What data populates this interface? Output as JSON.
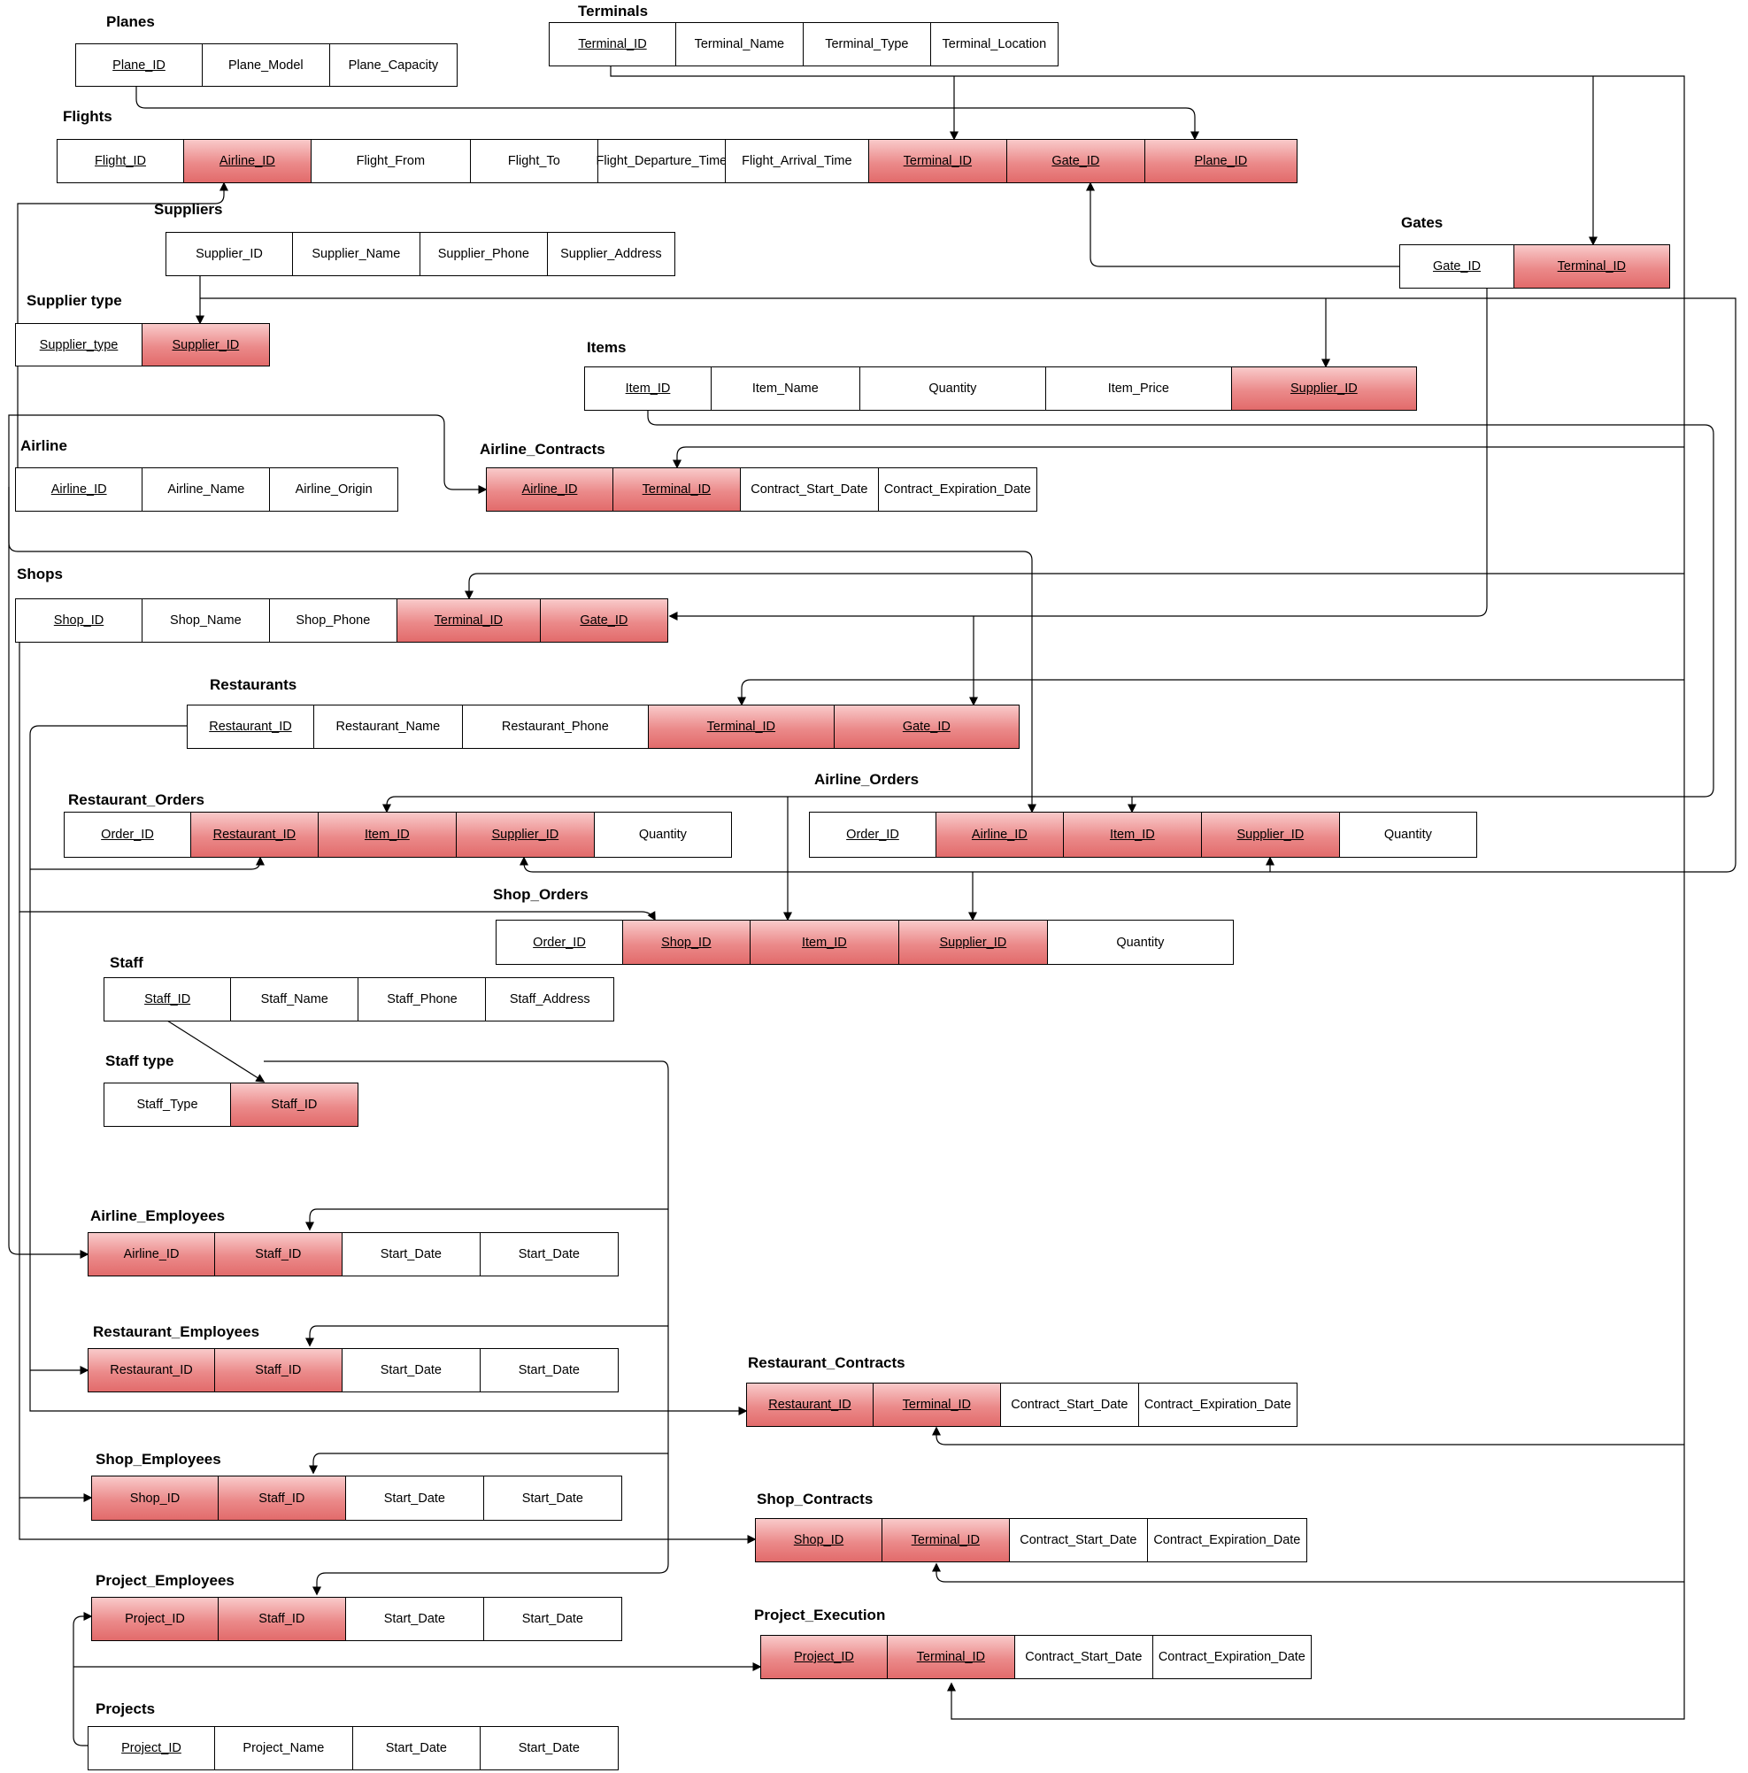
{
  "diagram": {
    "legend_colors": {
      "foreign_key_fill": "#e67373",
      "plain_fill": "#ffffff",
      "border": "#000000"
    },
    "tables": {
      "planes": {
        "title": "Planes",
        "columns": [
          {
            "label": "Plane_ID",
            "key": "pk"
          },
          {
            "label": "Plane_Model",
            "key": ""
          },
          {
            "label": "Plane_Capacity",
            "key": ""
          }
        ]
      },
      "terminals": {
        "title": "Terminals",
        "columns": [
          {
            "label": "Terminal_ID",
            "key": "pk"
          },
          {
            "label": "Terminal_Name",
            "key": ""
          },
          {
            "label": "Terminal_Type",
            "key": ""
          },
          {
            "label": "Terminal_Location",
            "key": ""
          }
        ]
      },
      "flights": {
        "title": "Flights",
        "columns": [
          {
            "label": "Flight_ID",
            "key": "pk"
          },
          {
            "label": "Airline_ID",
            "key": "pkfk"
          },
          {
            "label": "Flight_From",
            "key": ""
          },
          {
            "label": "Flight_To",
            "key": ""
          },
          {
            "label": "Flight_Departure_Time",
            "key": ""
          },
          {
            "label": "Flight_Arrival_Time",
            "key": ""
          },
          {
            "label": "Terminal_ID",
            "key": "pkfk"
          },
          {
            "label": "Gate_ID",
            "key": "pkfk"
          },
          {
            "label": "Plane_ID",
            "key": "pkfk"
          }
        ]
      },
      "suppliers": {
        "title": "Suppliers",
        "columns": [
          {
            "label": "Supplier_ID",
            "key": ""
          },
          {
            "label": "Supplier_Name",
            "key": ""
          },
          {
            "label": "Supplier_Phone",
            "key": ""
          },
          {
            "label": "Supplier_Address",
            "key": ""
          }
        ]
      },
      "gates": {
        "title": "Gates",
        "columns": [
          {
            "label": "Gate_ID",
            "key": "pk"
          },
          {
            "label": "Terminal_ID",
            "key": "pkfk"
          }
        ]
      },
      "supplier_type": {
        "title": "Supplier type",
        "columns": [
          {
            "label": "Supplier_type",
            "key": "pk"
          },
          {
            "label": "Supplier_ID",
            "key": "pkfk"
          }
        ]
      },
      "items": {
        "title": "Items",
        "columns": [
          {
            "label": "Item_ID",
            "key": "pk"
          },
          {
            "label": "Item_Name",
            "key": ""
          },
          {
            "label": "Quantity",
            "key": ""
          },
          {
            "label": "Item_Price",
            "key": ""
          },
          {
            "label": "Supplier_ID",
            "key": "pkfk"
          }
        ]
      },
      "airline": {
        "title": "Airline",
        "columns": [
          {
            "label": "Airline_ID",
            "key": "pk"
          },
          {
            "label": "Airline_Name",
            "key": ""
          },
          {
            "label": "Airline_Origin",
            "key": ""
          }
        ]
      },
      "airline_contracts": {
        "title": "Airline_Contracts",
        "columns": [
          {
            "label": "Airline_ID",
            "key": "pkfk"
          },
          {
            "label": "Terminal_ID",
            "key": "pkfk"
          },
          {
            "label": "Contract_Start_Date",
            "key": ""
          },
          {
            "label": "Contract_Expiration_Date",
            "key": ""
          }
        ]
      },
      "shops": {
        "title": "Shops",
        "columns": [
          {
            "label": "Shop_ID",
            "key": "pk"
          },
          {
            "label": "Shop_Name",
            "key": ""
          },
          {
            "label": "Shop_Phone",
            "key": ""
          },
          {
            "label": "Terminal_ID",
            "key": "pkfk"
          },
          {
            "label": "Gate_ID",
            "key": "pkfk"
          }
        ]
      },
      "restaurants": {
        "title": "Restaurants",
        "columns": [
          {
            "label": "Restaurant_ID",
            "key": "pk"
          },
          {
            "label": "Restaurant_Name",
            "key": ""
          },
          {
            "label": "Restaurant_Phone",
            "key": ""
          },
          {
            "label": "Terminal_ID",
            "key": "pkfk"
          },
          {
            "label": "Gate_ID",
            "key": "pkfk"
          }
        ]
      },
      "restaurant_orders": {
        "title": "Restaurant_Orders",
        "columns": [
          {
            "label": "Order_ID",
            "key": "pk"
          },
          {
            "label": "Restaurant_ID",
            "key": "pkfk"
          },
          {
            "label": "Item_ID",
            "key": "pkfk"
          },
          {
            "label": "Supplier_ID",
            "key": "pkfk"
          },
          {
            "label": "Quantity",
            "key": ""
          }
        ]
      },
      "airline_orders": {
        "title": "Airline_Orders",
        "columns": [
          {
            "label": "Order_ID",
            "key": "pk"
          },
          {
            "label": "Airline_ID",
            "key": "pkfk"
          },
          {
            "label": "Item_ID",
            "key": "pkfk"
          },
          {
            "label": "Supplier_ID",
            "key": "pkfk"
          },
          {
            "label": "Quantity",
            "key": ""
          }
        ]
      },
      "shop_orders": {
        "title": "Shop_Orders",
        "columns": [
          {
            "label": "Order_ID",
            "key": "pk"
          },
          {
            "label": "Shop_ID",
            "key": "pkfk"
          },
          {
            "label": "Item_ID",
            "key": "pkfk"
          },
          {
            "label": "Supplier_ID",
            "key": "pkfk"
          },
          {
            "label": "Quantity",
            "key": ""
          }
        ]
      },
      "staff": {
        "title": "Staff",
        "columns": [
          {
            "label": "Staff_ID",
            "key": "pk"
          },
          {
            "label": "Staff_Name",
            "key": ""
          },
          {
            "label": "Staff_Phone",
            "key": ""
          },
          {
            "label": "Staff_Address",
            "key": ""
          }
        ]
      },
      "staff_type": {
        "title": "Staff type",
        "columns": [
          {
            "label": "Staff_Type",
            "key": ""
          },
          {
            "label": "Staff_ID",
            "key": "fk"
          }
        ]
      },
      "airline_employees": {
        "title": "Airline_Employees",
        "columns": [
          {
            "label": "Airline_ID",
            "key": "fk"
          },
          {
            "label": "Staff_ID",
            "key": "fk"
          },
          {
            "label": "Start_Date",
            "key": ""
          },
          {
            "label": "Start_Date",
            "key": ""
          }
        ]
      },
      "restaurant_employees": {
        "title": "Restaurant_Employees",
        "columns": [
          {
            "label": "Restaurant_ID",
            "key": "fk"
          },
          {
            "label": "Staff_ID",
            "key": "fk"
          },
          {
            "label": "Start_Date",
            "key": ""
          },
          {
            "label": "Start_Date",
            "key": ""
          }
        ]
      },
      "restaurant_contracts": {
        "title": "Restaurant_Contracts",
        "columns": [
          {
            "label": "Restaurant_ID",
            "key": "pkfk"
          },
          {
            "label": "Terminal_ID",
            "key": "pkfk"
          },
          {
            "label": "Contract_Start_Date",
            "key": ""
          },
          {
            "label": "Contract_Expiration_Date",
            "key": ""
          }
        ]
      },
      "shop_employees": {
        "title": "Shop_Employees",
        "columns": [
          {
            "label": "Shop_ID",
            "key": "fk"
          },
          {
            "label": "Staff_ID",
            "key": "fk"
          },
          {
            "label": "Start_Date",
            "key": ""
          },
          {
            "label": "Start_Date",
            "key": ""
          }
        ]
      },
      "shop_contracts": {
        "title": "Shop_Contracts",
        "columns": [
          {
            "label": "Shop_ID",
            "key": "pkfk"
          },
          {
            "label": "Terminal_ID",
            "key": "pkfk"
          },
          {
            "label": "Contract_Start_Date",
            "key": ""
          },
          {
            "label": "Contract_Expiration_Date",
            "key": ""
          }
        ]
      },
      "project_employees": {
        "title": "Project_Employees",
        "columns": [
          {
            "label": "Project_ID",
            "key": "fk"
          },
          {
            "label": "Staff_ID",
            "key": "fk"
          },
          {
            "label": "Start_Date",
            "key": ""
          },
          {
            "label": "Start_Date",
            "key": ""
          }
        ]
      },
      "project_execution": {
        "title": "Project_Execution",
        "columns": [
          {
            "label": "Project_ID",
            "key": "pkfk"
          },
          {
            "label": "Terminal_ID",
            "key": "pkfk"
          },
          {
            "label": "Contract_Start_Date",
            "key": ""
          },
          {
            "label": "Contract_Expiration_Date",
            "key": ""
          }
        ]
      },
      "projects": {
        "title": "Projects",
        "columns": [
          {
            "label": "Project_ID",
            "key": "pk"
          },
          {
            "label": "Project_Name",
            "key": ""
          },
          {
            "label": "Start_Date",
            "key": ""
          },
          {
            "label": "Start_Date",
            "key": ""
          }
        ]
      }
    }
  }
}
